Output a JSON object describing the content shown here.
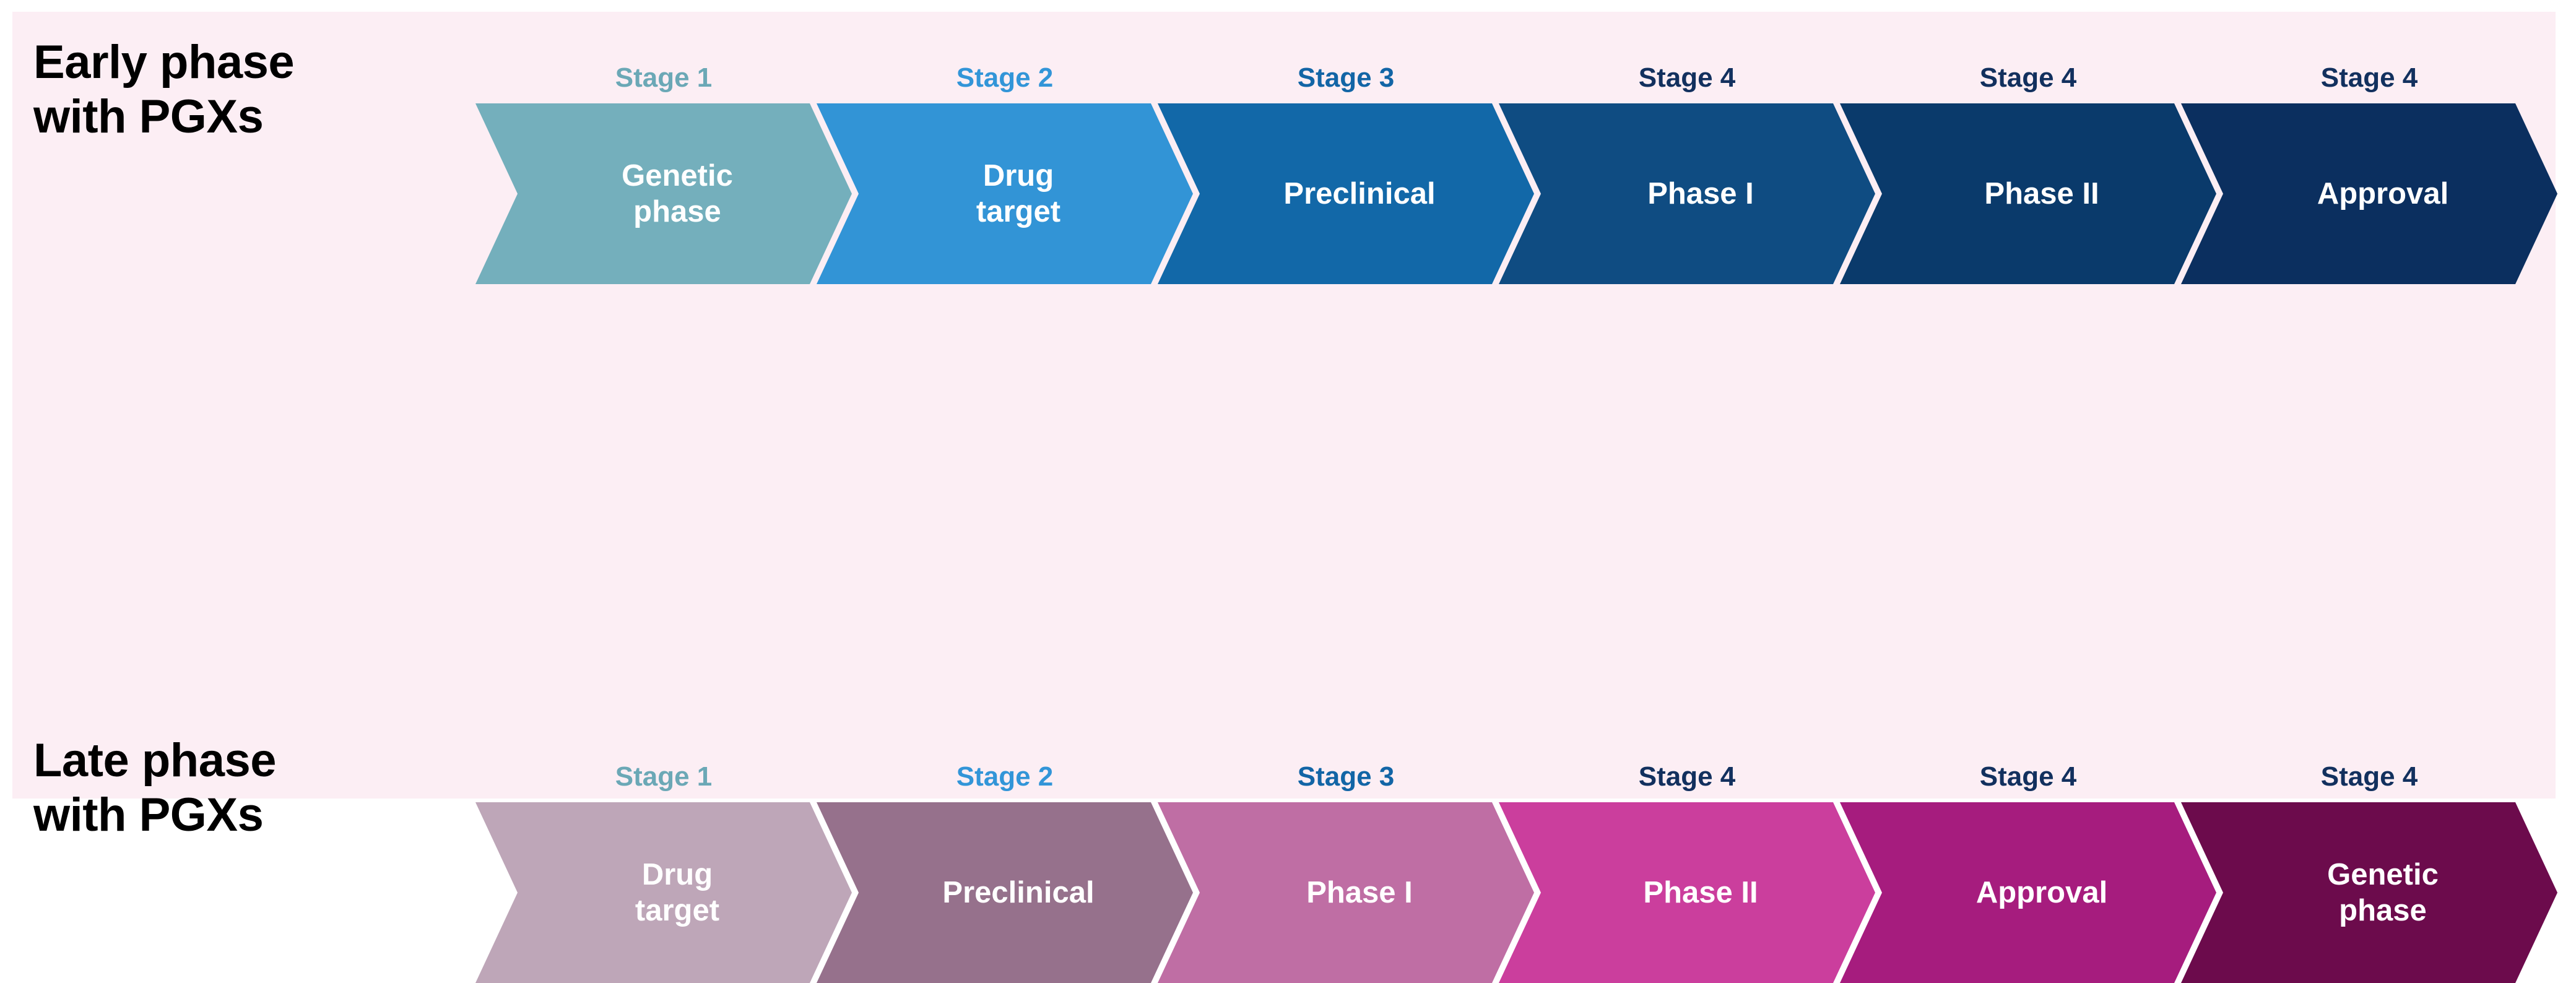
{
  "canvas": {
    "background_color": "#fceef4",
    "page_background_color": "#ffffff"
  },
  "stage_label_colors": {
    "stage1": "#6ba8b6",
    "stage2": "#3295d8",
    "stage3": "#1265a6",
    "stage4": "#12305e"
  },
  "rows": [
    {
      "id": "early-phase",
      "label": "Early phase\nwith PGXs",
      "label_color": "#000000",
      "steps": [
        {
          "stage": "Stage 1",
          "stage_color": "#6ba8b6",
          "name": "Genetic\nphase",
          "fill": "#74afbc",
          "text_color": "#ffffff"
        },
        {
          "stage": "Stage 2",
          "stage_color": "#3295d8",
          "name": "Drug\ntarget",
          "fill": "#3294d6",
          "text_color": "#ffffff"
        },
        {
          "stage": "Stage 3",
          "stage_color": "#1265a6",
          "name": "Preclinical",
          "fill": "#1268a8",
          "text_color": "#ffffff"
        },
        {
          "stage": "Stage 4",
          "stage_color": "#12305e",
          "name": "Phase I",
          "fill": "#0f4c82",
          "text_color": "#ffffff"
        },
        {
          "stage": "Stage 4",
          "stage_color": "#12305e",
          "name": "Phase  II",
          "fill": "#0a3a6b",
          "text_color": "#ffffff"
        },
        {
          "stage": "Stage 4",
          "stage_color": "#12305e",
          "name": "Approval",
          "fill": "#0b2f5f",
          "text_color": "#ffffff"
        }
      ]
    },
    {
      "id": "late-phase",
      "label": "Late phase\nwith PGXs",
      "label_color": "#000000",
      "steps": [
        {
          "stage": "Stage 1",
          "stage_color": "#6ba8b6",
          "name": "Drug\ntarget",
          "fill": "#bea6b8",
          "text_color": "#ffffff"
        },
        {
          "stage": "Stage 2",
          "stage_color": "#3295d8",
          "name": "Preclinical",
          "fill": "#96718c",
          "text_color": "#ffffff"
        },
        {
          "stage": "Stage 3",
          "stage_color": "#1265a6",
          "name": "Phase I",
          "fill": "#bf6ea4",
          "text_color": "#ffffff"
        },
        {
          "stage": "Stage 4",
          "stage_color": "#12305e",
          "name": "Phase  II",
          "fill": "#cb3e9d",
          "text_color": "#ffffff"
        },
        {
          "stage": "Stage 4",
          "stage_color": "#12305e",
          "name": "Approval",
          "fill": "#a61c7e",
          "text_color": "#ffffff"
        },
        {
          "stage": "Stage 4",
          "stage_color": "#12305e",
          "name": "Genetic\nphase",
          "fill": "#6c0b4c",
          "text_color": "#ffffff"
        }
      ]
    }
  ]
}
